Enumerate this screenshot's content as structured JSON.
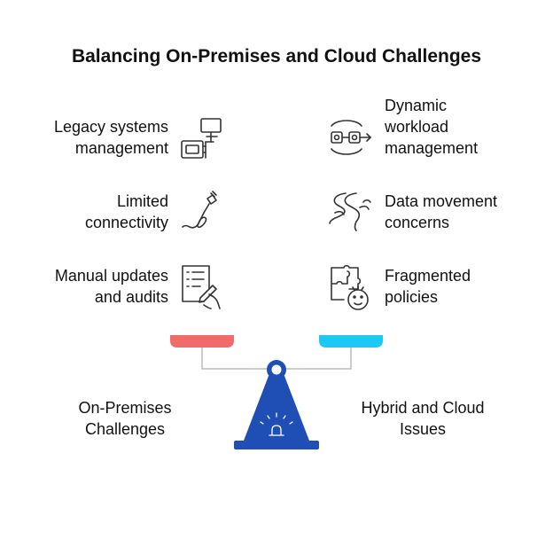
{
  "title": "Balancing On-Premises and Cloud Challenges",
  "left": {
    "items": [
      {
        "line1": "Legacy systems",
        "line2": "management",
        "icon": "server-computer-icon"
      },
      {
        "line1": "Limited",
        "line2": "connectivity",
        "icon": "unplugged-cable-icon"
      },
      {
        "line1": "Manual updates",
        "line2": "and audits",
        "icon": "checklist-writing-icon"
      }
    ],
    "caption_line1": "On-Premises",
    "caption_line2": "Challenges",
    "pan_color": "#F26B6B"
  },
  "right": {
    "items": [
      {
        "line1": "Dynamic",
        "line2": "workload",
        "line3": "management",
        "icon": "workload-flow-icon"
      },
      {
        "line1": "Data movement",
        "line2": "concerns",
        "icon": "data-stream-icon"
      },
      {
        "line1": "Fragmented",
        "line2": "policies",
        "icon": "puzzle-face-icon"
      }
    ],
    "caption_line1": "Hybrid and Cloud",
    "caption_line2": "Issues",
    "pan_color": "#1EC8F5"
  },
  "colors": {
    "scale_base": "#1F4FB5",
    "scale_arm": "#BBBBBB",
    "icon_stroke": "#333333"
  }
}
